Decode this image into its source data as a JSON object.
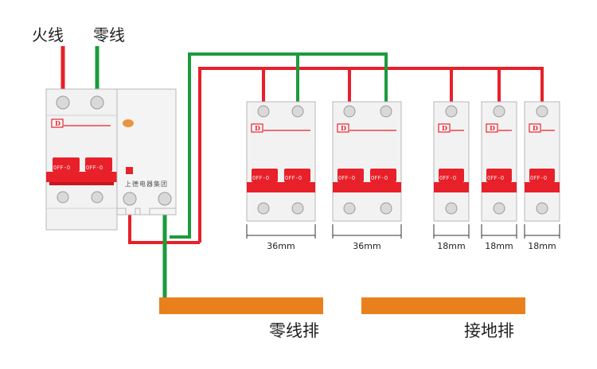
{
  "labels": {
    "live_wire": "火线",
    "neutral_wire": "零线",
    "neutral_bar": "零线排",
    "ground_bar": "接地排",
    "brand": "上德电器集团"
  },
  "breaker_marking": "OFF-O",
  "dimensions": [
    "36mm",
    "36mm",
    "18mm",
    "18mm",
    "18mm"
  ],
  "colors": {
    "live": "#e8202a",
    "neutral": "#1a9b3c",
    "busbar": "#e8801e",
    "handle": "#e8202a",
    "body": "#f2f2f2"
  }
}
